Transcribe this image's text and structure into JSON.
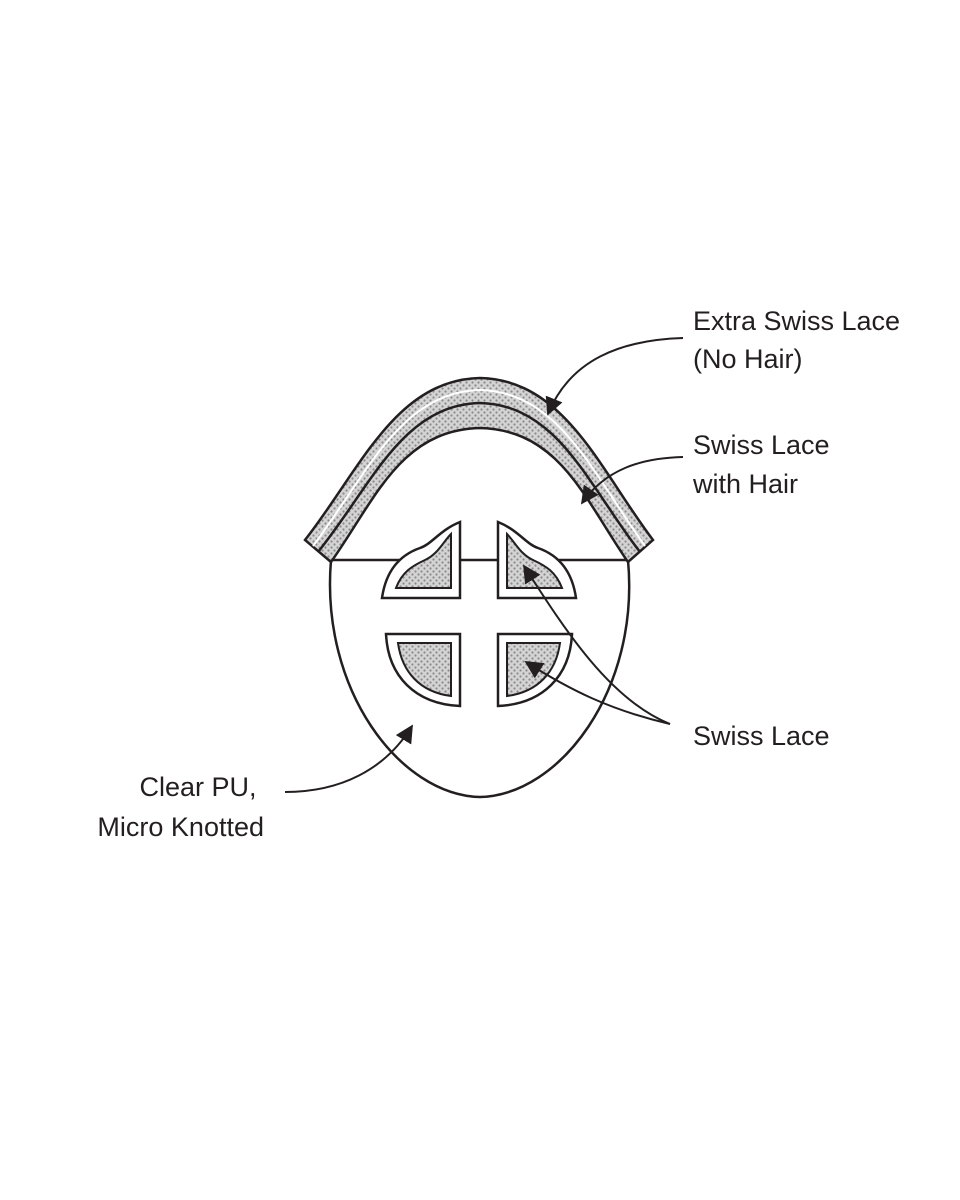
{
  "labels": {
    "extra_swiss_lace": [
      "Extra Swiss Lace",
      "(No Hair)"
    ],
    "swiss_lace_with_hair": [
      "Swiss Lace",
      "with Hair"
    ],
    "swiss_lace": "Swiss Lace",
    "clear_pu": [
      "Clear PU,",
      "Micro Knotted"
    ]
  },
  "colors": {
    "line": "#231f20",
    "lace_fill": "#c8c8c8",
    "background": "#ffffff"
  }
}
